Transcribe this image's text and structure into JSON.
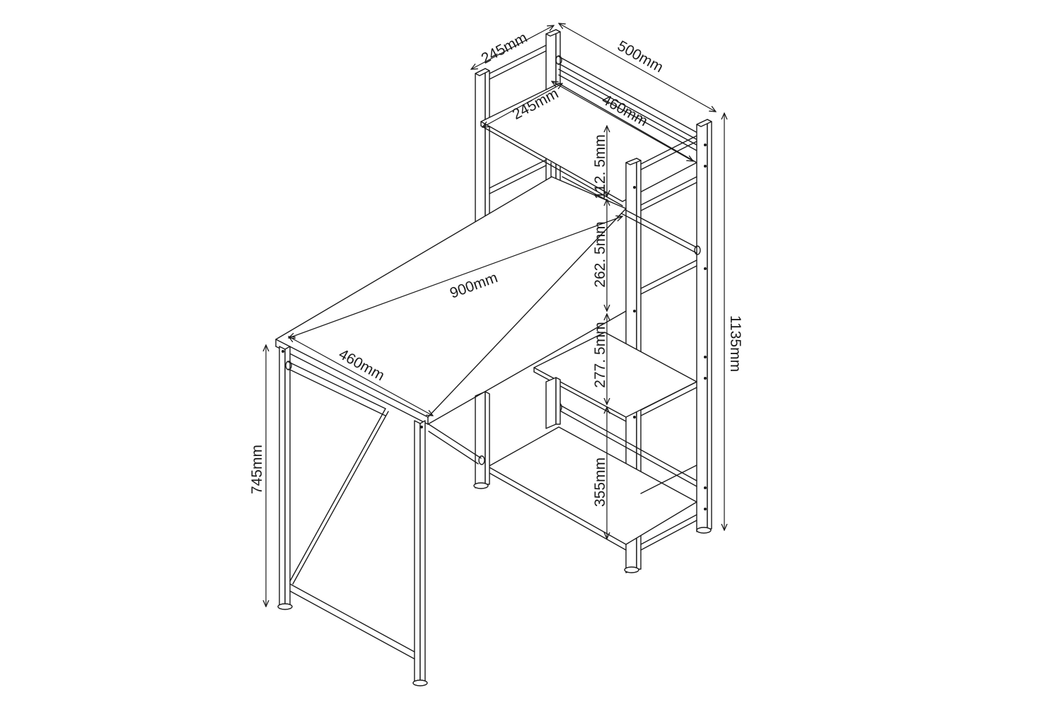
{
  "dimensions": {
    "shelf_depth_top": "245mm",
    "shelf_length_top": "500mm",
    "shelf_depth_inner": "245mm",
    "shelf_length_inner": "460mm",
    "gap_top": "112. 5mm",
    "gap_second": "262. 5mm",
    "gap_third": "277. 5mm",
    "gap_bottom": "355mm",
    "total_height": "1135mm",
    "desk_length": "900mm",
    "desk_depth": "460mm",
    "desk_height": "745mm"
  },
  "colors": {
    "line": "#1a1a1a",
    "background": "#ffffff"
  }
}
